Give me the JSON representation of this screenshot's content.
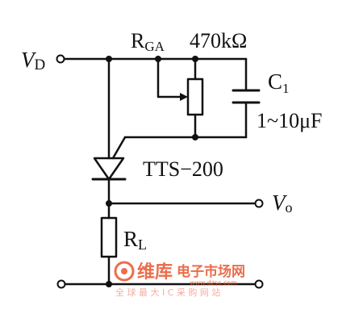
{
  "labels": {
    "vd_main": "V",
    "vd_sub": "D",
    "rga_main": "R",
    "rga_sub": "GA",
    "rga_value": "470kΩ",
    "c1_main": "C",
    "c1_sub": "1",
    "c1_value": "1~10μF",
    "thyristor": "TTS−200",
    "vo_main": "V",
    "vo_sub": "o",
    "rl_main": "R",
    "rl_sub": "L"
  },
  "watermark": {
    "brand": "维库",
    "title": "电子市场网",
    "url": "www.dzsc.com",
    "slogan": "全 球 最 大 I C 采 购 网 站",
    "color_brand": "#e8542c",
    "color_slogan": "#f0a090"
  }
}
